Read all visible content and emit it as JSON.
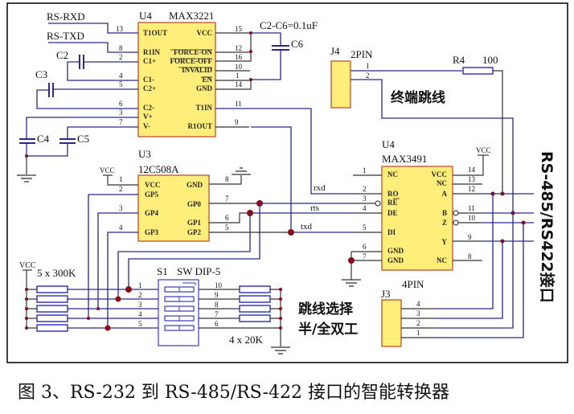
{
  "figure": {
    "caption": "图 3、RS-232 到 RS-485/RS-422 接口的智能转换器"
  },
  "components": {
    "u4_max3221": {
      "ref": "U4",
      "part": "MAX3221",
      "left_pins": [
        {
          "num": "13",
          "name": "T1OUT"
        },
        {
          "num": "8",
          "name": "R1IN"
        },
        {
          "num": "2",
          "name": "C1+"
        },
        {
          "num": "4",
          "name": "C1-"
        },
        {
          "num": "5",
          "name": "C2+"
        },
        {
          "num": "6",
          "name": "C2-"
        },
        {
          "num": "3",
          "name": "V+"
        },
        {
          "num": "7",
          "name": "V-"
        }
      ],
      "right_pins": [
        {
          "num": "15",
          "name": "VCC"
        },
        {
          "num": "12",
          "name": "FORCE-ON"
        },
        {
          "num": "16",
          "name": "FORCE-OFF"
        },
        {
          "num": "10",
          "name": "INVALID"
        },
        {
          "num": "1",
          "name": "EN"
        },
        {
          "num": "14",
          "name": "GND"
        },
        {
          "num": "11",
          "name": "T1IN"
        },
        {
          "num": "9",
          "name": "R1OUT"
        }
      ]
    },
    "u3_pic": {
      "ref": "U3",
      "part": "12C508A",
      "left_pins": [
        {
          "num": "1",
          "name": "VCC"
        },
        {
          "num": "2",
          "name": "GP5"
        },
        {
          "num": "3",
          "name": "GP4"
        },
        {
          "num": "4",
          "name": "GP3"
        }
      ],
      "right_pins": [
        {
          "num": "8",
          "name": "GND"
        },
        {
          "num": "7",
          "name": "GP0"
        },
        {
          "num": "6",
          "name": "GP1"
        },
        {
          "num": "5",
          "name": "GP2"
        }
      ],
      "vcc_label": "VCC"
    },
    "u4_max3491": {
      "ref": "U4",
      "part": "MAX3491",
      "left_pins": [
        {
          "num": "1",
          "name": "NC"
        },
        {
          "num": "2",
          "name": "RO"
        },
        {
          "num": "3",
          "name": "RE"
        },
        {
          "num": "4",
          "name": "DE"
        },
        {
          "num": "5",
          "name": "DI"
        },
        {
          "num": "6",
          "name": "GND"
        },
        {
          "num": "7",
          "name": "GND"
        }
      ],
      "right_pins": [
        {
          "num": "14",
          "name": "VCC"
        },
        {
          "num": "13",
          "name": "NC"
        },
        {
          "num": "12",
          "name": "A"
        },
        {
          "num": "11",
          "name": "B"
        },
        {
          "num": "10",
          "name": "Z"
        },
        {
          "num": "9",
          "name": "Y"
        },
        {
          "num": "8",
          "name": "NC"
        }
      ],
      "vcc_label": "VCC"
    },
    "j4": {
      "ref": "J4",
      "type": "2PIN",
      "pins": [
        "1",
        "2"
      ],
      "label": "终端跳线"
    },
    "r4": {
      "ref": "R4",
      "value": "100"
    },
    "j3": {
      "ref": "J3",
      "type": "4PIN",
      "pins": [
        "4",
        "3",
        "2",
        "1"
      ],
      "label_line1": "跳线选择",
      "label_line2": "半/全双工"
    },
    "s1": {
      "ref": "S1",
      "type": "SW DIP-5",
      "left_pins": [
        "1",
        "2",
        "3",
        "4",
        "5"
      ],
      "right_pins": [
        "10",
        "9",
        "8",
        "7",
        "6"
      ]
    },
    "pullups": {
      "label": "5 x 300K",
      "vcc_label": "VCC"
    },
    "pulldowns": {
      "label": "4 x 20K"
    },
    "capacitors": {
      "note": "C2-C6=0.1uF",
      "labels": [
        "C2",
        "C3",
        "C4",
        "C5",
        "C6"
      ]
    }
  },
  "nets": {
    "rs_rxd": "RS-RXD",
    "rs_txd": "RS-TXD",
    "rxd": "rxd",
    "rts": "rts",
    "txd": "txd"
  },
  "interface_label": "RS-485/RS422接口"
}
